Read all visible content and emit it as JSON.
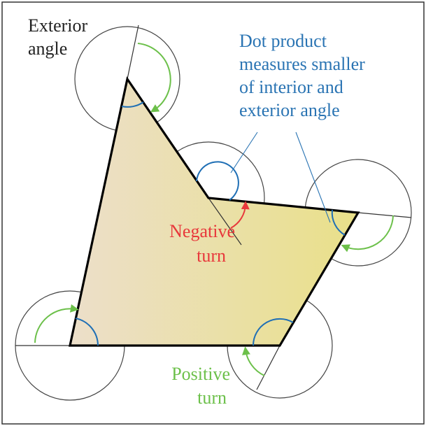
{
  "labels": {
    "exterior_line1": "Exterior",
    "exterior_line2": "angle",
    "dot_line1": "Dot product",
    "dot_line2": "measures smaller",
    "dot_line3": "of interior and",
    "dot_line4": "exterior angle",
    "negative_line1": "Negative",
    "negative_line2": "turn",
    "positive_line1": "Positive",
    "positive_line2": "turn"
  },
  "colors": {
    "outline": "#000000",
    "circle": "#444444",
    "interior_arc": "#1f6fb5",
    "positive_turn": "#6cc04a",
    "negative_turn": "#e8383b",
    "dot_text": "#2a74b3",
    "fill_left": "#ecdfca",
    "fill_right": "#e9e089"
  }
}
